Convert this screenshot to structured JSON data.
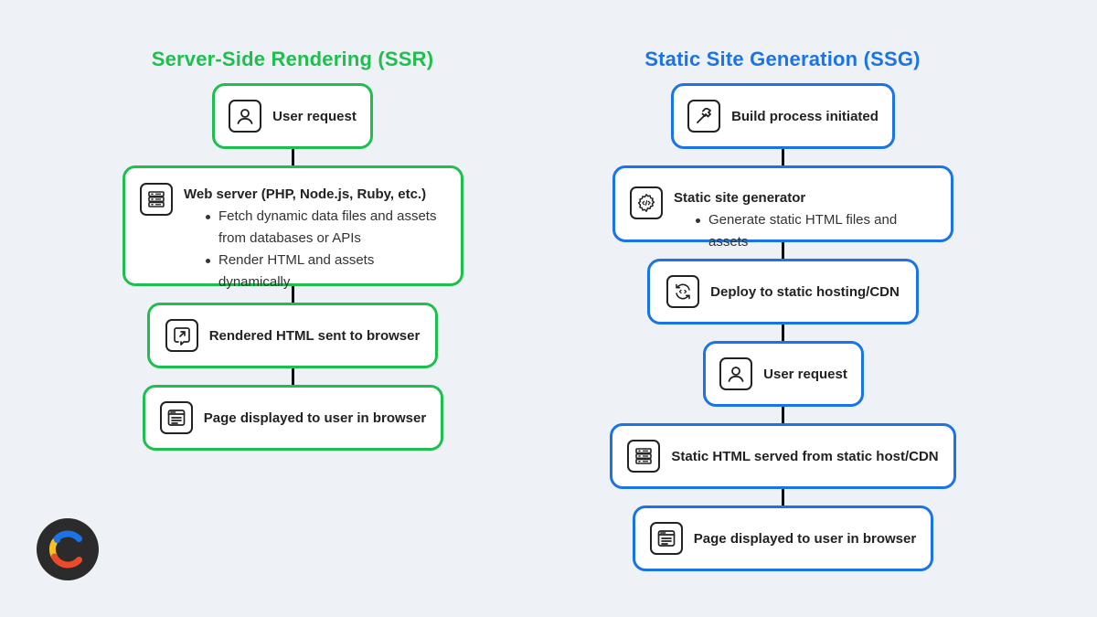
{
  "ssr": {
    "title": "Server-Side Rendering (SSR)",
    "steps": [
      {
        "label": "User request",
        "icon": "user-icon"
      },
      {
        "label": "Web server (PHP, Node.js, Ruby, etc.)",
        "icon": "server-icon",
        "bullets": [
          "Fetch dynamic data files and assets",
          "from databases or APIs",
          "Render HTML and assets dynamically"
        ]
      },
      {
        "label": "Rendered HTML sent to browser",
        "icon": "send-icon"
      },
      {
        "label": "Page displayed to user in browser",
        "icon": "browser-page-icon"
      }
    ]
  },
  "ssg": {
    "title": "Static Site Generation (SSG)",
    "steps": [
      {
        "label": "Build process initiated",
        "icon": "hammer-icon"
      },
      {
        "label": "Static site generator",
        "icon": "code-gear-icon",
        "bullets": [
          "Generate static HTML files and assets"
        ]
      },
      {
        "label": "Deploy to static hosting/CDN",
        "icon": "sync-code-icon"
      },
      {
        "label": "User request",
        "icon": "user-icon"
      },
      {
        "label": "Static HTML served from static host/CDN",
        "icon": "server-icon"
      },
      {
        "label": "Page displayed to user in browser",
        "icon": "browser-page-icon"
      }
    ]
  },
  "colors": {
    "ssr_accent": "#1fbf4f",
    "ssg_accent": "#1a73e8",
    "background": "#eef2f6"
  },
  "logo": {
    "icon": "brand-c-logo"
  }
}
